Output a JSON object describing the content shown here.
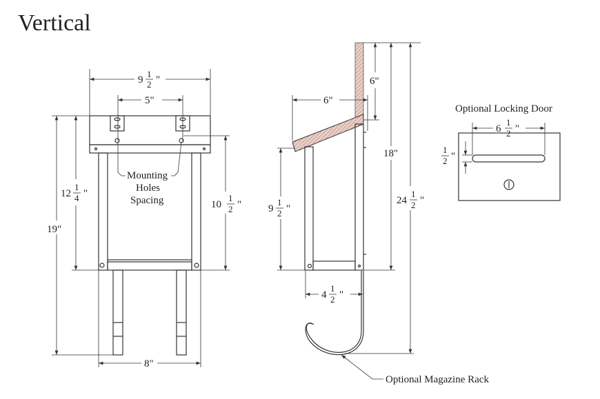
{
  "title": "Vertical",
  "front_view": {
    "width": {
      "whole": "9",
      "num": "1",
      "den": "2",
      "unit": "\""
    },
    "hole_spacing": "5\"",
    "overall_height": "19\"",
    "box_height": {
      "whole": "12",
      "num": "1",
      "den": "4",
      "unit": "\""
    },
    "hole_to_bottom": {
      "whole": "10",
      "num": "1",
      "den": "2",
      "unit": "\""
    },
    "leg_width": "8\"",
    "callout": [
      "Mounting",
      "Holes",
      "Spacing"
    ]
  },
  "side_view": {
    "roof_depth": "6\"",
    "wall_height": "6\"",
    "back_height": "18\"",
    "overall_height": {
      "whole": "24",
      "num": "1",
      "den": "2",
      "unit": "\""
    },
    "front_height": {
      "whole": "9",
      "num": "1",
      "den": "2",
      "unit": "\""
    },
    "depth": {
      "whole": "4",
      "num": "1",
      "den": "2",
      "unit": "\""
    },
    "rack_label": "Optional Magazine Rack"
  },
  "locking_door": {
    "title": "Optional Locking Door",
    "slot_width": {
      "whole": "6",
      "num": "1",
      "den": "2",
      "unit": "\""
    },
    "slot_height": {
      "num": "1",
      "den": "2",
      "unit": "\""
    }
  }
}
